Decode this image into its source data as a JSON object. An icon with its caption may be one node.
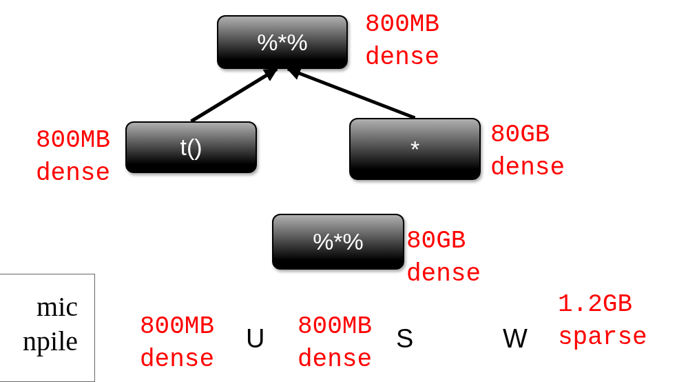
{
  "diagram": {
    "nodes": [
      {
        "text": [
          "%*%"
        ],
        "beside": [
          "800MB dense"
        ]
      },
      {
        "text": [
          "t()"
        ],
        "beside": [
          "800MB dense"
        ]
      },
      {
        "text": [
          "*"
        ],
        "beside": [
          "80GB dense"
        ]
      },
      {
        "text": [
          "%*%"
        ],
        "beside": [
          "80GB dense"
        ]
      },
      {
        "text": [
          "mic npile"
        ]
      }
    ],
    "edges": [
      {
        "from": 1,
        "to": 0,
        "arrow": "to"
      },
      {
        "from": 2,
        "to": 0,
        "arrow": "to"
      }
    ],
    "labels": [
      "1.2GB sparse",
      "800MB dense",
      "U",
      "800MB dense",
      "S",
      "W"
    ]
  }
}
